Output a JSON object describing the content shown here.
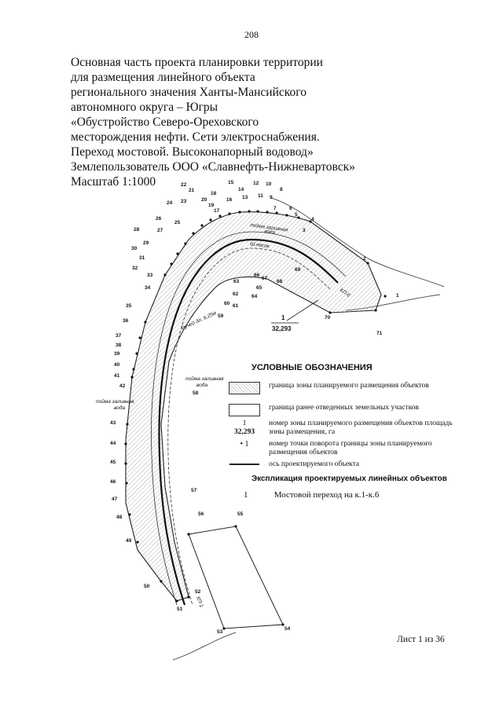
{
  "page_number": "208",
  "title_lines": [
    "Основная часть проекта планировки территории",
    "для размещения линейного объекта",
    "регионального значения Ханты-Мансийского",
    "автономного округа – Югры",
    "«Обустройство Северо-Ореховского",
    "месторождения нефти. Сети электроснабжения.",
    "Переход мостовой. Высоконапорный водовод»",
    "Землепользователь ООО «Славнефть-Нижневартовск»",
    "Масштаб 1:1000"
  ],
  "map": {
    "zone_number": "1",
    "zone_area": "32,293",
    "labels": {
      "floodplain_top": "пойма заливная",
      "floodplain_top2": "вода",
      "sand": "Ш.песок",
      "creek": "Ручей дл. 6,25м",
      "floodplain_mid": "пойма заливная",
      "floodplain_mid2": "вода",
      "floodplain_left": "пойма заливная",
      "floodplain_left2": "вода",
      "kp6": "КП-6",
      "kp1": "КП-1"
    },
    "point_numbers": [
      "1",
      "2",
      "3",
      "4",
      "5",
      "6",
      "7",
      "8",
      "9",
      "10",
      "11",
      "12",
      "13",
      "14",
      "15",
      "16",
      "17",
      "18",
      "19",
      "20",
      "21",
      "22",
      "23",
      "24",
      "25",
      "26",
      "27",
      "28",
      "29",
      "30",
      "31",
      "32",
      "33",
      "34",
      "35",
      "36",
      "37",
      "38",
      "39",
      "40",
      "41",
      "42",
      "43",
      "44",
      "45",
      "46",
      "47",
      "48",
      "49",
      "50",
      "51",
      "52",
      "53",
      "54",
      "55",
      "56",
      "57",
      "58",
      "59",
      "60",
      "61",
      "62",
      "63",
      "64",
      "65",
      "66",
      "67",
      "68",
      "69",
      "70",
      "71"
    ]
  },
  "legend": {
    "title": "УСЛОВНЫЕ ОБОЗНАЧЕНИЯ",
    "planned_zone_boundary": "граница зоны планируемого размещения объектов",
    "previous_plots_boundary": "граница ранее отведенных земельных участков",
    "zone_number_example": "1",
    "zone_area_example": "32,293",
    "zone_number_text": "номер зоны планируемого размещения объектов площадь зоны размещения, га",
    "turn_point_example": "• 1",
    "turn_point_text": "номер точки поворота границы зоны планируемого размещения объектов",
    "axis_text": "ось проектируемого объекта",
    "explication_title": "Экспликация проектируемых линейных объектов",
    "explication_number": "1",
    "explication_text": "Мостовой переход на  к.1-к.6"
  },
  "sheet_label": "Лист 1 из 36"
}
